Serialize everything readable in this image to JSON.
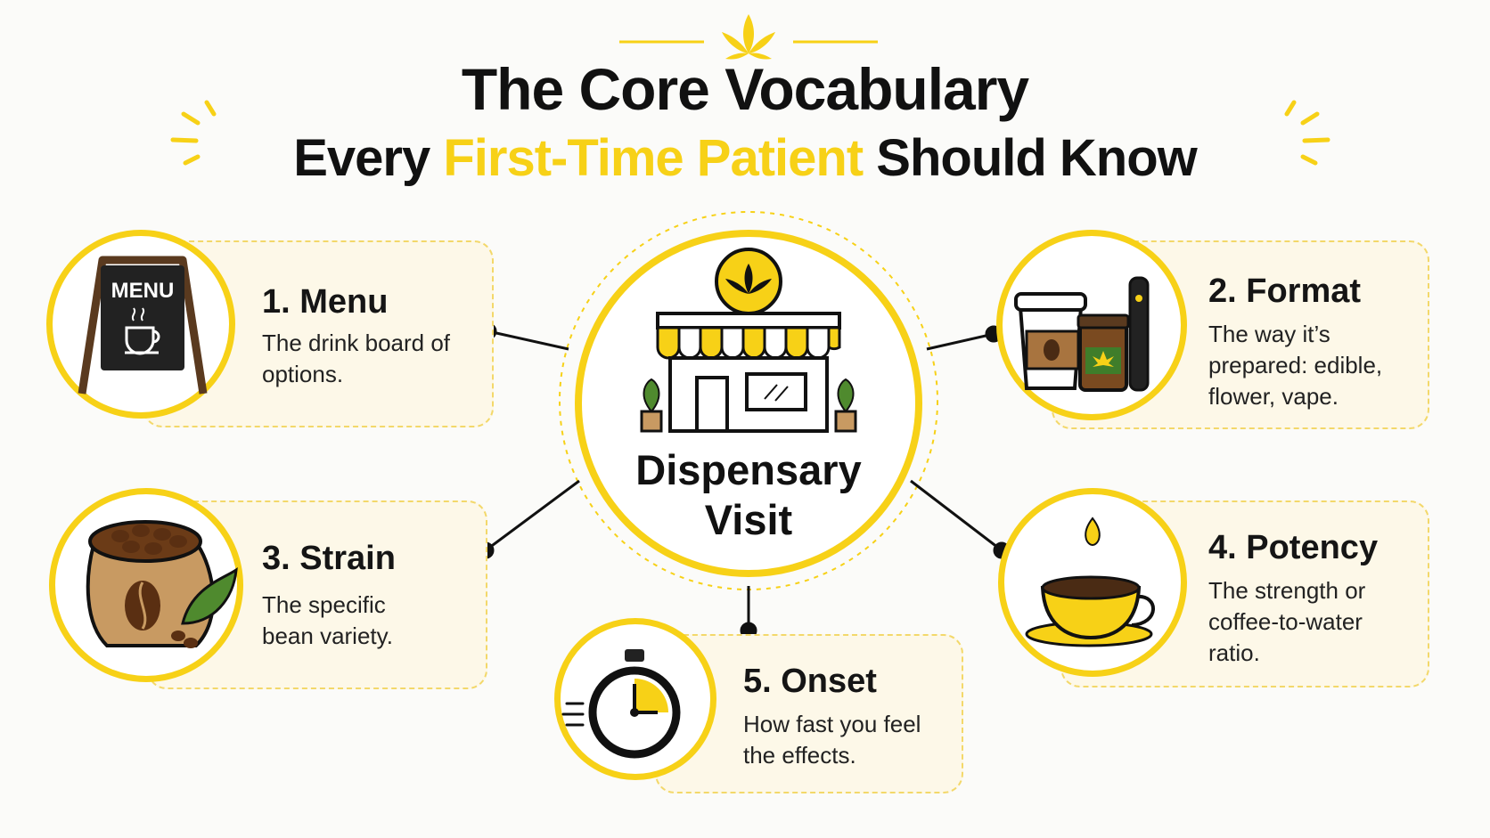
{
  "title": {
    "line1": "The Core Vocabulary",
    "line2_pre": "Every ",
    "line2_accent": "First-Time Patient",
    "line2_post": " Should Know"
  },
  "center": {
    "label_line1": "Dispensary",
    "label_line2": "Visit"
  },
  "terms": [
    {
      "heading": "1. Menu",
      "description": "The drink board of options.",
      "icon": "menu-board-icon",
      "icon_text": "MENU"
    },
    {
      "heading": "2. Format",
      "description": "The way it’s prepared: edible, flower, vape.",
      "icon": "coffee-jar-vape-icon"
    },
    {
      "heading": "3. Strain",
      "description": "The specific bean variety.",
      "icon": "coffee-bean-sack-icon"
    },
    {
      "heading": "4. Potency",
      "description": "The strength or coffee-to-water ratio.",
      "icon": "coffee-cup-drop-icon"
    },
    {
      "heading": "5. Onset",
      "description": "How fast you feel the effects.",
      "icon": "stopwatch-icon"
    }
  ],
  "colors": {
    "accent": "#f7d117",
    "card_bg": "#fdf8e8",
    "text": "#111111"
  }
}
